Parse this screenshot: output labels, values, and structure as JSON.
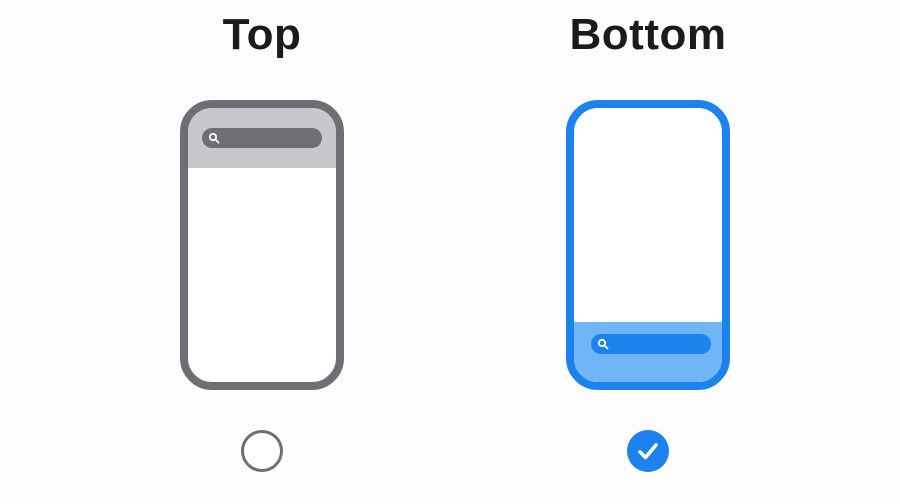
{
  "options": [
    {
      "label": "Top",
      "search_bar_position": "top",
      "selected": false,
      "frame_color": "#6e6f74",
      "bar_color": "#c7c8cc"
    },
    {
      "label": "Bottom",
      "search_bar_position": "bottom",
      "selected": true,
      "frame_color": "#1b82ee",
      "bar_color": "#70b6f7"
    }
  ],
  "icons": {
    "search": "search-icon",
    "checkmark": "checkmark-icon"
  }
}
